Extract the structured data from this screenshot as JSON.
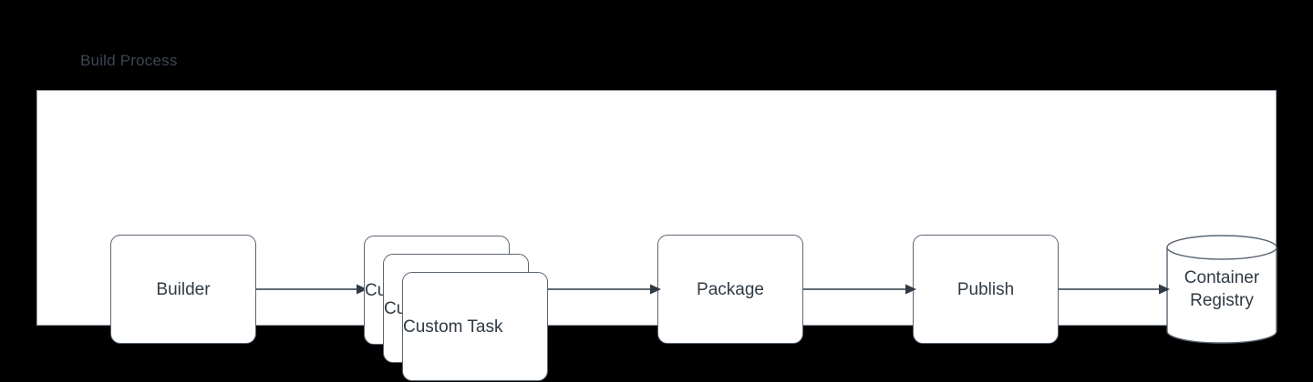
{
  "diagram": {
    "title": "Build Process",
    "background_color": "#000000",
    "container_fill": "#ffffff",
    "stroke_color": "#5b6673",
    "text_color": "#2f3a44",
    "title_color": "#3d4654",
    "nodes": [
      {
        "id": "builder",
        "label": "Builder",
        "shape": "rounded-rect"
      },
      {
        "id": "custom-task-back",
        "label": "Custom Task",
        "shape": "rounded-rect"
      },
      {
        "id": "custom-task-mid",
        "label": "Custom Task",
        "shape": "rounded-rect"
      },
      {
        "id": "custom-task-front",
        "label": "Custom Task",
        "shape": "rounded-rect"
      },
      {
        "id": "package",
        "label": "Package",
        "shape": "rounded-rect"
      },
      {
        "id": "publish",
        "label": "Publish",
        "shape": "rounded-rect"
      },
      {
        "id": "container-registry",
        "label": "Container\nRegistry",
        "shape": "cylinder"
      }
    ],
    "edges": [
      {
        "id": "e1",
        "from": "builder",
        "to": "custom-task",
        "arrowhead": "filled-triangle"
      },
      {
        "id": "e2",
        "from": "custom-task",
        "to": "package",
        "arrowhead": "filled-triangle"
      },
      {
        "id": "e3",
        "from": "package",
        "to": "publish",
        "arrowhead": "filled-triangle"
      },
      {
        "id": "e4",
        "from": "publish",
        "to": "container-registry",
        "arrowhead": "filled-triangle"
      }
    ]
  }
}
